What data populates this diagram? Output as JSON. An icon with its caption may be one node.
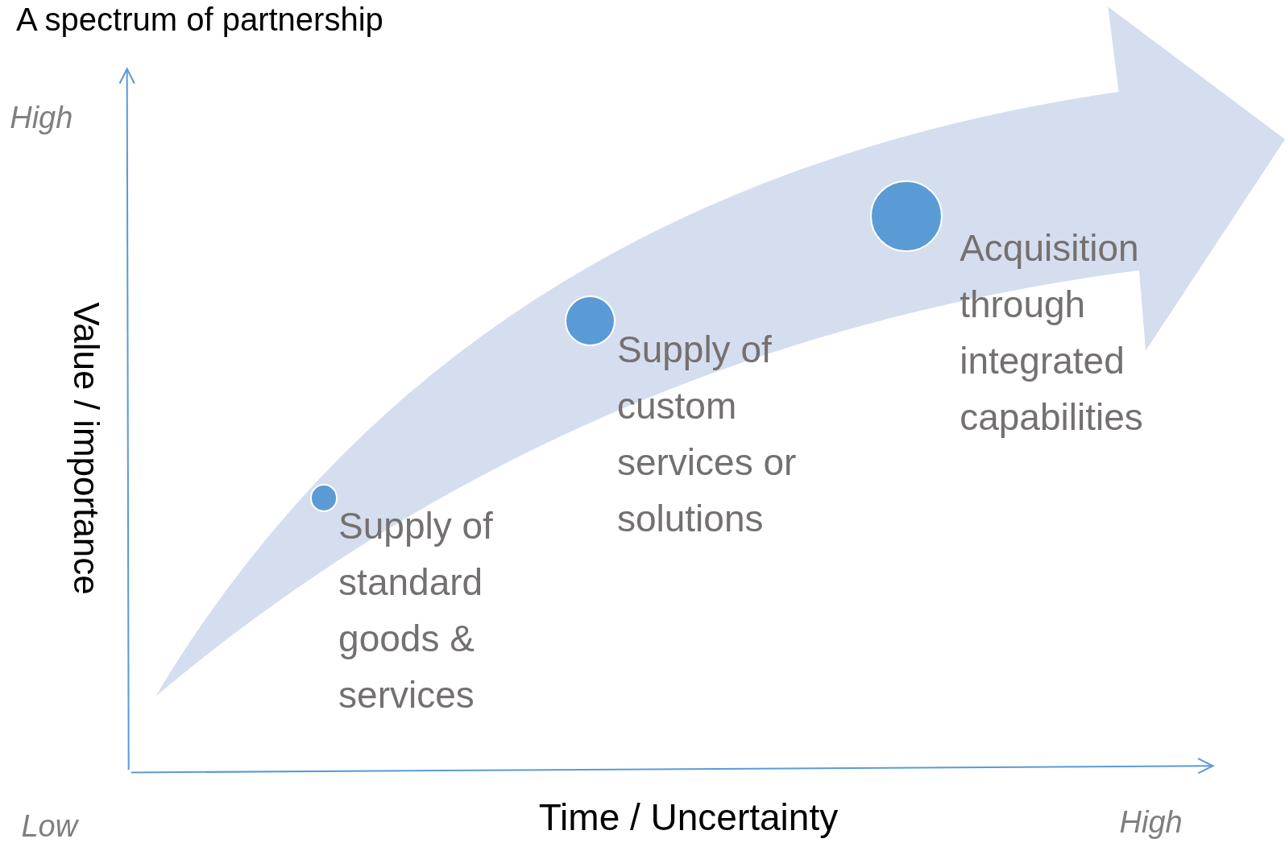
{
  "diagram": {
    "title": "A spectrum of partnership",
    "nodes": [
      {
        "text": [],
        "shape": "circle",
        "beside": [
          "Supply of standard goods & services"
        ]
      },
      {
        "text": [],
        "shape": "circle",
        "beside": [
          "Supply of custom services or solutions"
        ]
      },
      {
        "text": [],
        "shape": "circle",
        "beside": [
          "Acquisition through integrated capabilities"
        ]
      }
    ],
    "labels": [
      "High",
      "Value / importance",
      "Low",
      "Time / Uncertainty",
      "High"
    ]
  }
}
